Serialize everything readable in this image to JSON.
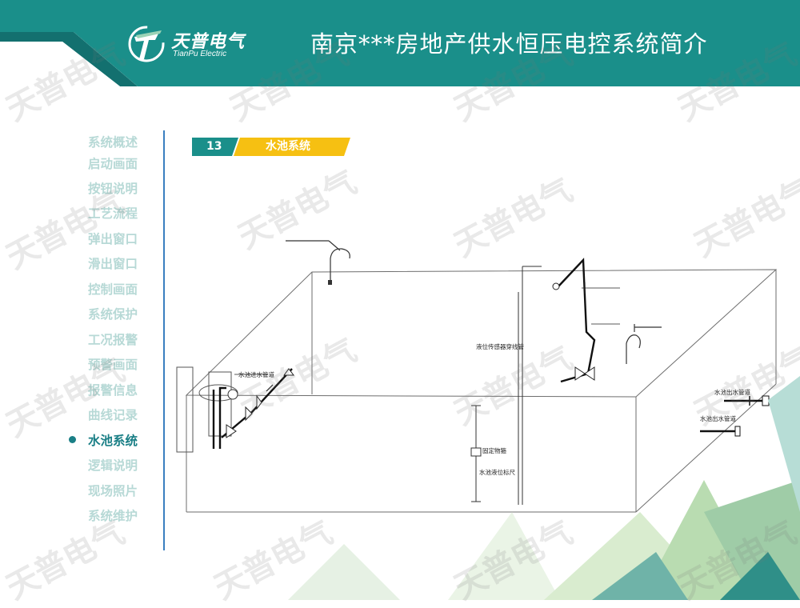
{
  "header": {
    "title": "南京***房地产供水恒压电控系统简介",
    "logo_cn": "天普电气",
    "logo_en": "TianPu Electric"
  },
  "nav": {
    "items": [
      {
        "label": "系统概述",
        "active": false
      },
      {
        "label": "启动画面",
        "active": false
      },
      {
        "label": "按钮说明",
        "active": false
      },
      {
        "label": "工艺流程",
        "active": false
      },
      {
        "label": "弹出窗口",
        "active": false
      },
      {
        "label": "滑出窗口",
        "active": false
      },
      {
        "label": "控制画面",
        "active": false
      },
      {
        "label": "系统保护",
        "active": false
      },
      {
        "label": "工况报警",
        "active": false
      },
      {
        "label": "预警画面",
        "active": false
      },
      {
        "label": "报警信息",
        "active": false
      },
      {
        "label": "曲线记录",
        "active": false
      },
      {
        "label": "水池系统",
        "active": true
      },
      {
        "label": "逻辑说明",
        "active": false
      },
      {
        "label": "现场照片",
        "active": false
      },
      {
        "label": "系统维护",
        "active": false
      }
    ]
  },
  "section": {
    "number": "13",
    "label": "水池系统"
  },
  "diagram": {
    "labels": {
      "inlet_pipe": "水池进水管道",
      "level_sensor_pipe": "液位传感器穿线管",
      "fixed_float": "固定物箍",
      "level_gauge": "水池液位标尺",
      "outlet_pipe_1": "水池出水管道",
      "outlet_pipe_2": "水池出水管道"
    }
  },
  "watermark": "天普电气",
  "colors": {
    "teal": "#1a8f8a",
    "teal_dark": "#13706f",
    "nav_inactive": "#b7d9d6",
    "nav_active": "#1a7f86",
    "section_yellow": "#f6c012",
    "divider_blue": "#3a7fc0"
  }
}
